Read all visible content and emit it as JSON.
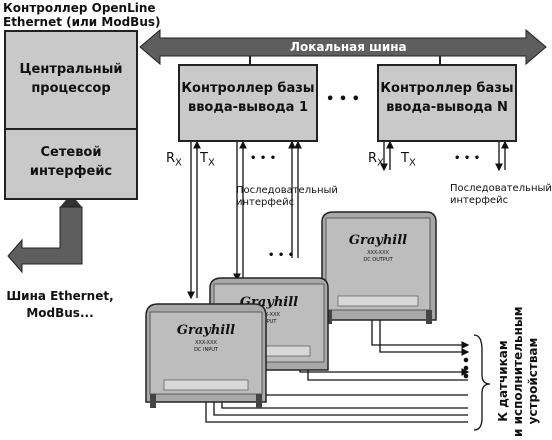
{
  "controller_title": [
    "Контроллер OpenLine",
    "Ethernet (или ModBus)"
  ],
  "cpu_label": [
    "Центральный",
    "процессор"
  ],
  "net_if_label": [
    "Сетевой",
    "интерфейс"
  ],
  "local_bus_label": "Локальная шина",
  "io_controller_1": [
    "Контроллер базы",
    "ввода-вывода 1"
  ],
  "io_controller_n": [
    "Контроллер базы",
    "ввода-вывода N"
  ],
  "ellipsis": "• • •",
  "rx": "R",
  "tx": "T",
  "rx_sub": "X",
  "tx_sub": "X",
  "serial_interface": [
    "Последовательный",
    "интерфейс"
  ],
  "ethernet_bus": [
    "Шина Ethernet,",
    "ModBus..."
  ],
  "to_sensors": [
    "К датчикам",
    "и исполнительным",
    "устройствам"
  ],
  "device_brand": "Grayhill",
  "device_model": "XXX-XXX",
  "device_types": [
    "DC INPUT",
    "INPUT",
    "DC OUTPUT"
  ],
  "colors": {
    "bus": "#5e5e5e",
    "box": "#c9c9c9",
    "device": "#a8a8a8"
  }
}
